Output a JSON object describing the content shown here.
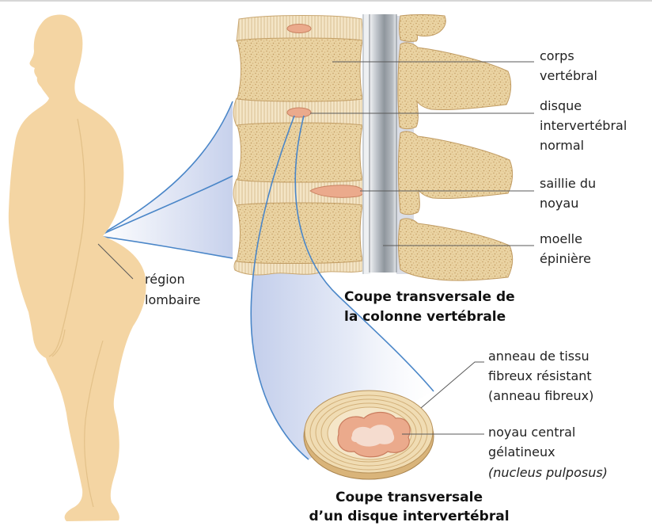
{
  "labels": {
    "region_lombaire": [
      "région",
      "lombaire"
    ],
    "corps_vertebral": [
      "corps",
      "vertébral"
    ],
    "disque_normal": [
      "disque",
      "intervertébral",
      "normal"
    ],
    "saillie_noyau": [
      "saillie du",
      "noyau"
    ],
    "moelle_epiniere": [
      "moelle",
      "épinière"
    ],
    "anneau_fibreux": [
      "anneau de tissu",
      "fibreux résistant",
      "(anneau fibreux)"
    ],
    "noyau_central": [
      "noyau central",
      "gélatineux",
      "(nucleus pulposus)"
    ]
  },
  "titles": {
    "coupe_colonne": [
      "Coupe transversale de",
      "la colonne vertébrale"
    ],
    "coupe_disque": [
      "Coupe transversale",
      "d’un disque intervertébral"
    ]
  },
  "colors": {
    "skin": "#F4D5A3",
    "magnifier_lines": "#4A86C8",
    "nucleus": "#EBAA8C"
  }
}
